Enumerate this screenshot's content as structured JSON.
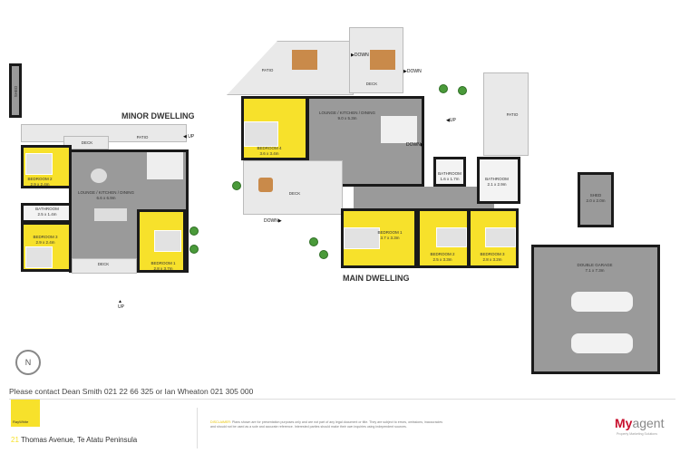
{
  "minor": {
    "title": "MINOR DWELLING",
    "shed": "SHED",
    "deck_top": "DECK",
    "patio": "PATIO",
    "up_top": "UP",
    "bedroom2": {
      "name": "BEDROOM 2",
      "size": "2.9 x 2.4m"
    },
    "bathroom": {
      "name": "BATHROOM",
      "size": "2.5 x 1.4m"
    },
    "bedroom3": {
      "name": "BEDROOM 3",
      "size": "2.9 x 2.4m"
    },
    "lounge": {
      "name": "LOUNGE / KITCHEN / DINING",
      "size": "6.6 x 6.9m"
    },
    "bedroom1": {
      "name": "BEDROOM 1",
      "size": "2.8 x 3.7m"
    },
    "deck_bottom": "DECK",
    "up_bottom": "UP"
  },
  "main": {
    "title": "MAIN DWELLING",
    "patio_left": "PATIO",
    "deck_top": "DECK",
    "down1": "DOWN",
    "down2": "DOWN",
    "patio_right": "PATIO",
    "up": "UP",
    "down_inner": "DOWN",
    "bedroom4": {
      "name": "BEDROOM 4",
      "size": "3.6 x 3.4m"
    },
    "lounge": {
      "name": "LOUNGE / KITCHEN / DINING",
      "size": "9.0 x 5.3m"
    },
    "bathroom1": {
      "name": "BATHROOM",
      "size": "1.6 x 1.7m"
    },
    "bathroom2": {
      "name": "BATHROOM",
      "size": "2.1 x 2.9m"
    },
    "deck": "DECK",
    "down_deck": "DOWN",
    "bedroom1": {
      "name": "BEDROOM 1",
      "size": "3.7 x 3.3m"
    },
    "bedroom2": {
      "name": "BEDROOM 2",
      "size": "2.5 x 3.3m"
    },
    "bedroom3": {
      "name": "BEDROOM 3",
      "size": "2.8 x 3.2m"
    }
  },
  "shed": {
    "name": "SHED",
    "size": "2.0 x 2.0m"
  },
  "garage": {
    "name": "DOUBLE GARAGE",
    "size": "7.1 x 7.3m"
  },
  "compass": "N",
  "footer": {
    "contact": "Please contact Dean Smith 021 22 66 325 or Ian Wheaton 021 305 000",
    "brand": "RayWhite",
    "address_number": "21",
    "address": "Thomas Avenue, Te Atatu Peninsula",
    "disclaimer_label": "DISCLAIMER:",
    "disclaimer": "Plans shown are for presentation purposes only and are not part of any legal document or title. They are subject to errors, omissions, inaccuracies and should not be used as a sole and accurate reference. Interested parties should make their own inquiries using independent sources.",
    "agent_logo_my": "My",
    "agent_logo_agent": "agent",
    "agent_tagline": "Property Marketing Solutions"
  },
  "colors": {
    "room_highlight": "#f7e12b",
    "living": "#9a9a9a",
    "brand_red": "#c8102e"
  }
}
